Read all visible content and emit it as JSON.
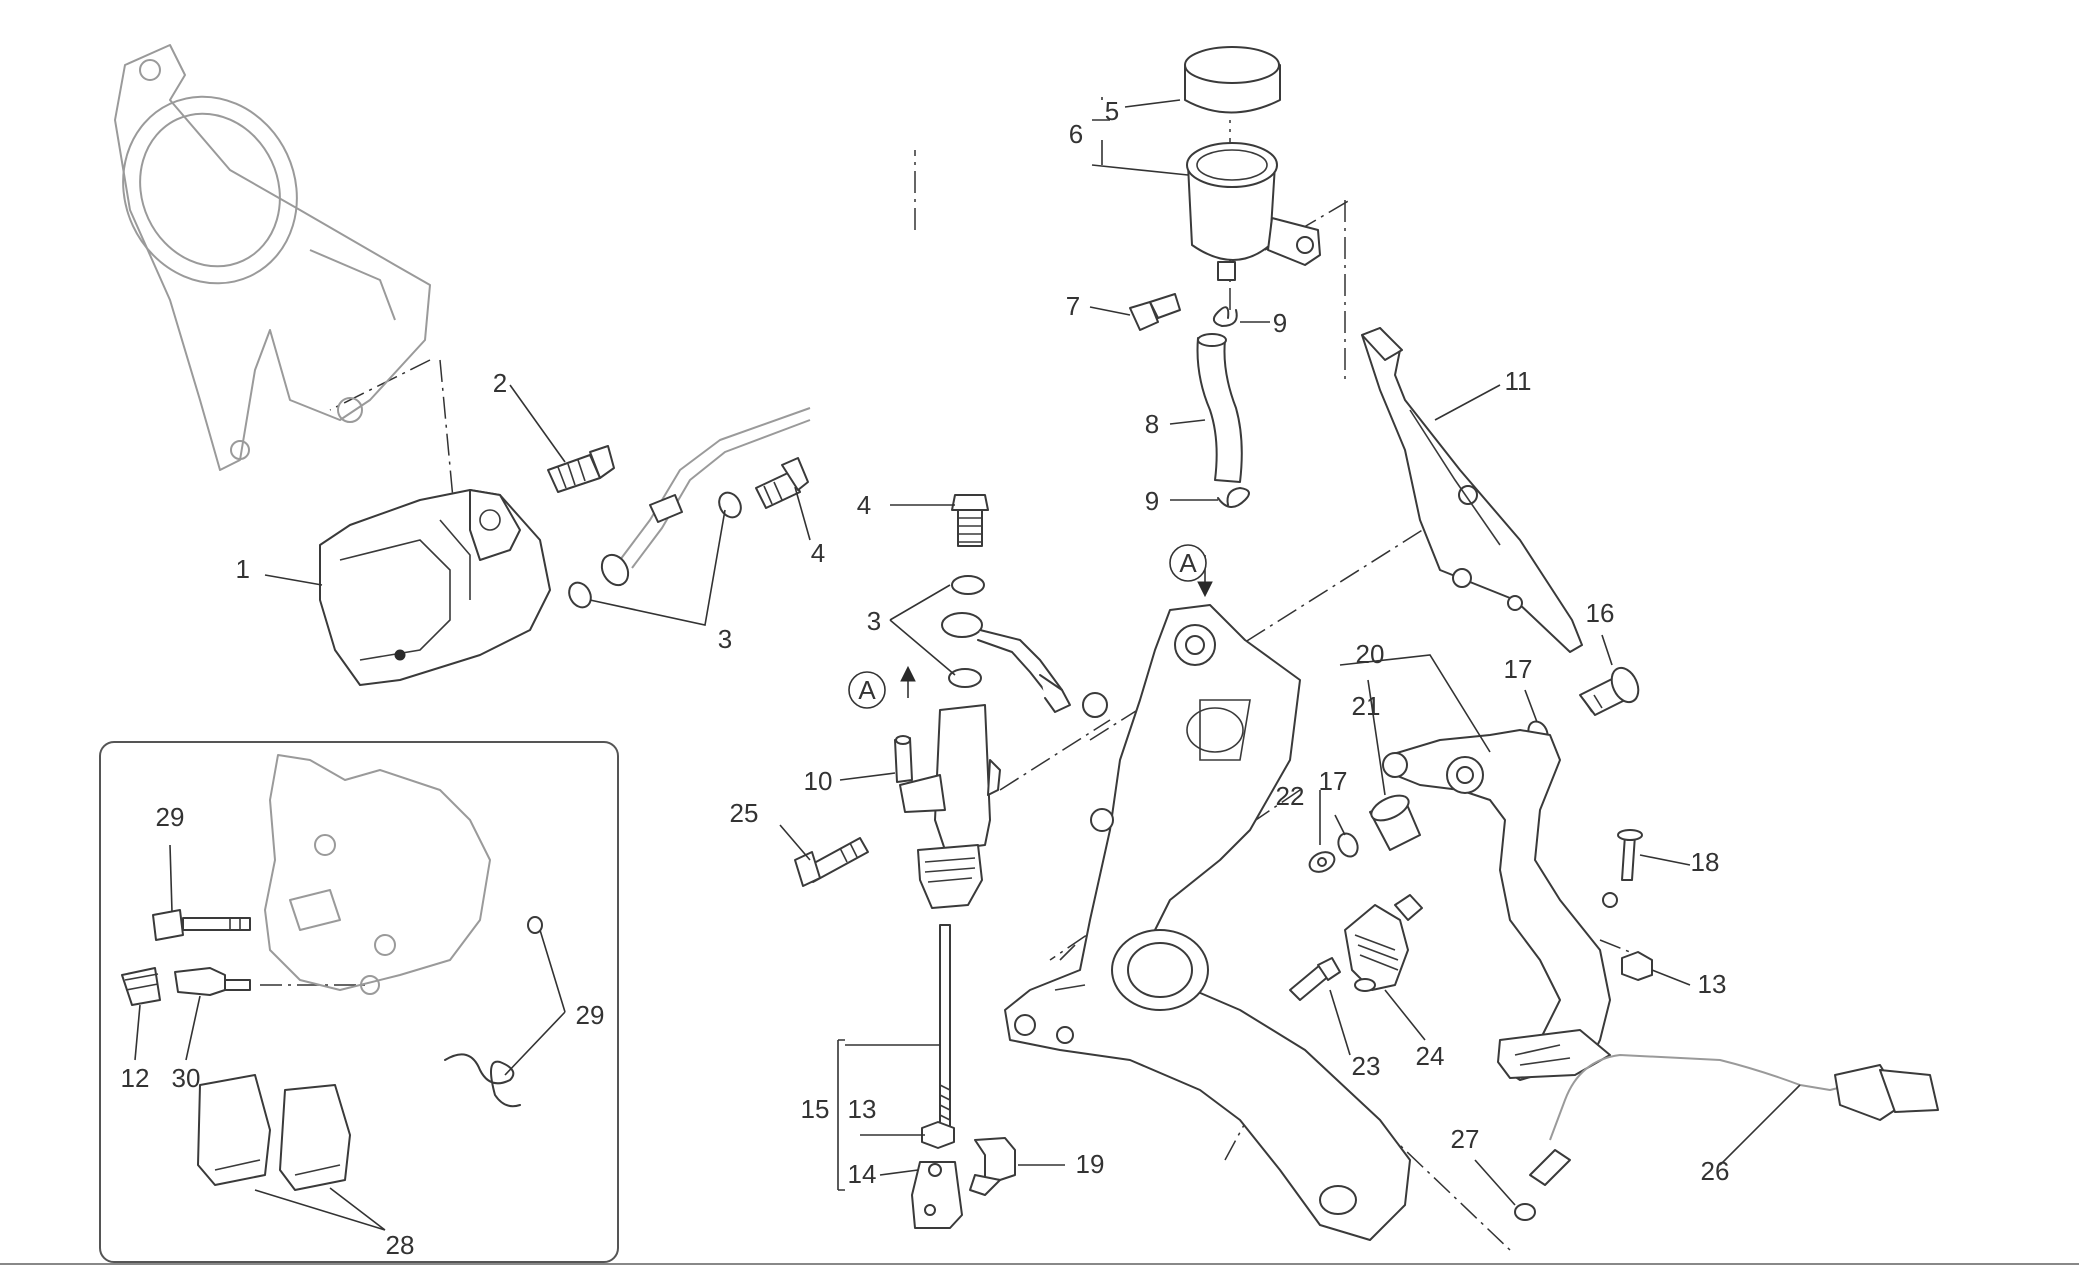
{
  "diagram": {
    "inset_label": "",
    "callouts": {
      "c1": "1",
      "c2": "2",
      "c3a": "3",
      "c3b": "3",
      "c4a": "4",
      "c4b": "4",
      "c5": "5",
      "c6": "6",
      "c7": "7",
      "c8": "8",
      "c9a": "9",
      "c9b": "9",
      "c10": "10",
      "c11": "11",
      "c12": "12",
      "c13a": "13",
      "c13b": "13",
      "c14": "14",
      "c15": "15",
      "c16": "16",
      "c17a": "17",
      "c17b": "17",
      "c18": "18",
      "c19": "19",
      "c20": "20",
      "c21": "21",
      "c22": "22",
      "c23": "23",
      "c24": "24",
      "c25": "25",
      "c26": "26",
      "c27": "27",
      "c28": "28",
      "c29a": "29",
      "c29b": "29",
      "c30": "30",
      "refA1": "A",
      "refA2": "A"
    }
  }
}
